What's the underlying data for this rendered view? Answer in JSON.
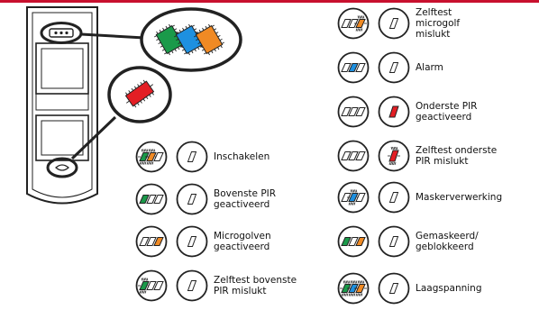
{
  "colors": {
    "red": "#e31e24",
    "green": "#1a9a4a",
    "blue": "#1e90e0",
    "orange": "#f08a24",
    "accent_line": "#c8102e"
  },
  "legend": [
    {
      "id": "inschakelen",
      "label": "Inschakelen",
      "leds": [
        "green-blink",
        "orange-blink",
        "off"
      ],
      "state_icon": "slash-icon"
    },
    {
      "id": "bovenste-pir",
      "label": "Bovenste PIR\ngeactiveerd",
      "leds": [
        "green",
        "off",
        "off"
      ],
      "state_icon": "slash-icon"
    },
    {
      "id": "microgolven",
      "label": "Microgolven\ngeactiveerd",
      "leds": [
        "off",
        "off",
        "orange"
      ],
      "state_icon": "slash-icon"
    },
    {
      "id": "zelftest-bovenste",
      "label": "Zelftest bovenste\nPIR mislukt",
      "leds": [
        "green-blink",
        "off",
        "off"
      ],
      "state_icon": "slash-icon"
    },
    {
      "id": "zelftest-microgolf",
      "label": "Zelftest\nmicrogolf\nmislukt",
      "leds": [
        "off",
        "off",
        "orange-blink"
      ],
      "state_icon": "slash-icon"
    },
    {
      "id": "alarm",
      "label": "Alarm",
      "leds": [
        "off",
        "blue",
        "off"
      ],
      "state_icon": "slash-icon"
    },
    {
      "id": "onderste-pir",
      "label": "Onderste PIR\ngeactiveerd",
      "leds": [
        "off",
        "off",
        "off"
      ],
      "state_icon": "red-led-icon"
    },
    {
      "id": "zelftest-onderste",
      "label": "Zelftest onderste\nPIR mislukt",
      "leds": [
        "off",
        "off",
        "off"
      ],
      "state_icon": "red-led-blink-icon"
    },
    {
      "id": "maskerverwerking",
      "label": "Maskerverwerking",
      "leds": [
        "off",
        "blue-blink",
        "off"
      ],
      "state_icon": "slash-icon"
    },
    {
      "id": "gemaskeerd",
      "label": "Gemaskeerd/\ngeblokkeerd",
      "leds": [
        "green",
        "off",
        "orange"
      ],
      "state_icon": "slash-icon"
    },
    {
      "id": "laagspanning",
      "label": "Laagspanning",
      "leds": [
        "green-blink",
        "blue-blink",
        "orange-blink"
      ],
      "state_icon": "slash-icon"
    }
  ]
}
